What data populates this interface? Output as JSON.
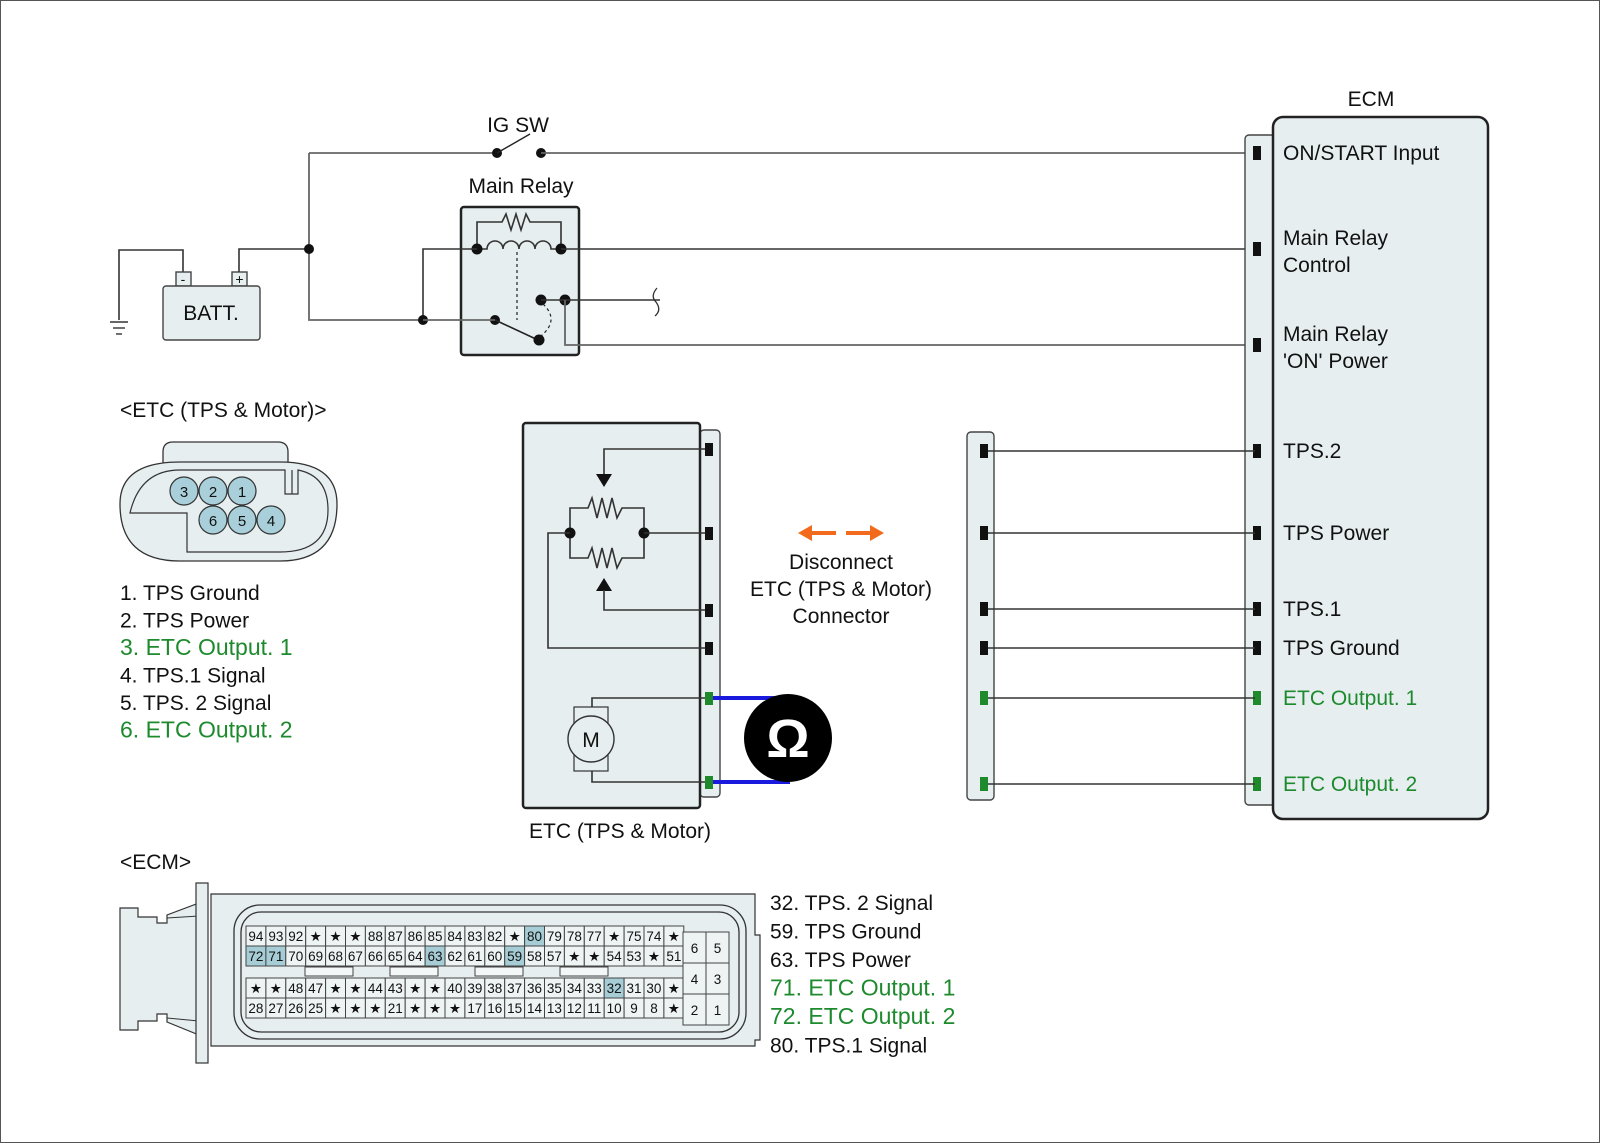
{
  "diagram": {
    "ig_switch_label": "IG SW",
    "main_relay_label": "Main Relay",
    "battery": {
      "label": "BATT.",
      "neg_terminal": "-",
      "pos_terminal": "+"
    },
    "ecm_block": {
      "title": "ECM",
      "terminals": [
        {
          "label_lines": [
            "ON/START Input"
          ],
          "color": "black"
        },
        {
          "label_lines": [
            "Main Relay",
            "Control"
          ],
          "color": "black"
        },
        {
          "label_lines": [
            "Main Relay",
            "'ON' Power"
          ],
          "color": "black"
        },
        {
          "label_lines": [
            "TPS.2"
          ],
          "color": "black"
        },
        {
          "label_lines": [
            "TPS Power"
          ],
          "color": "black"
        },
        {
          "label_lines": [
            "TPS.1"
          ],
          "color": "black"
        },
        {
          "label_lines": [
            "TPS Ground"
          ],
          "color": "black"
        },
        {
          "label_lines": [
            "ETC Output. 1"
          ],
          "color": "green"
        },
        {
          "label_lines": [
            "ETC Output. 2"
          ],
          "color": "green"
        }
      ]
    },
    "etc_block": {
      "label": "ETC (TPS & Motor)",
      "motor_label": "M"
    },
    "ohmmeter": {
      "symbol": "Ω"
    },
    "disconnect_note": {
      "lines": [
        "Disconnect",
        "ETC (TPS & Motor)",
        "Connector"
      ],
      "arrow_color": "#f26a1b"
    },
    "colors": {
      "green_text": "#1e8a2e",
      "probe_wire": "#1a1adf",
      "highlight_pin": "#a6cdd6",
      "panel_fill": "#e6eef0"
    }
  },
  "etc_connector": {
    "title": "<ETC (TPS & Motor)>",
    "pins_top_row": [
      "3",
      "2",
      "1"
    ],
    "pins_bottom_row": [
      "6",
      "5",
      "4"
    ],
    "legend": [
      {
        "text": "1. TPS Ground",
        "color": "black"
      },
      {
        "text": "2. TPS Power",
        "color": "black"
      },
      {
        "text": "3. ETC Output. 1",
        "color": "green"
      },
      {
        "text": "4. TPS.1 Signal",
        "color": "black"
      },
      {
        "text": "5. TPS. 2 Signal",
        "color": "black"
      },
      {
        "text": "6. ETC Output. 2",
        "color": "green"
      }
    ]
  },
  "ecm_connector": {
    "title": "<ECM>",
    "upper_rows": [
      [
        "94",
        "93",
        "92",
        "★",
        "★",
        "★",
        "88",
        "87",
        "86",
        "85",
        "84",
        "83",
        "82",
        "★",
        "80",
        "79",
        "78",
        "77",
        "★",
        "75",
        "74",
        "★"
      ],
      [
        "72",
        "71",
        "70",
        "69",
        "68",
        "67",
        "66",
        "65",
        "64",
        "63",
        "62",
        "61",
        "60",
        "59",
        "58",
        "57",
        "★",
        "★",
        "54",
        "53",
        "★",
        "51"
      ]
    ],
    "lower_rows": [
      [
        "★",
        "★",
        "48",
        "47",
        "★",
        "★",
        "44",
        "43",
        "★",
        "★",
        "40",
        "39",
        "38",
        "37",
        "36",
        "35",
        "34",
        "33",
        "32",
        "31",
        "30",
        "★"
      ],
      [
        "28",
        "27",
        "26",
        "25",
        "★",
        "★",
        "★",
        "21",
        "★",
        "★",
        "★",
        "17",
        "16",
        "15",
        "14",
        "13",
        "12",
        "11",
        "10",
        "9",
        "8",
        "★"
      ]
    ],
    "highlighted_pins": [
      "80",
      "72",
      "71",
      "63",
      "59",
      "32"
    ],
    "small_block": [
      [
        "6",
        "5"
      ],
      [
        "4",
        "3"
      ],
      [
        "2",
        "1"
      ]
    ],
    "legend": [
      {
        "text": "32. TPS. 2 Signal",
        "color": "black"
      },
      {
        "text": "59. TPS Ground",
        "color": "black"
      },
      {
        "text": "63. TPS Power",
        "color": "black"
      },
      {
        "text": "71. ETC Output. 1",
        "color": "green"
      },
      {
        "text": "72. ETC Output. 2",
        "color": "green"
      },
      {
        "text": "80. TPS.1 Signal",
        "color": "black"
      }
    ]
  }
}
